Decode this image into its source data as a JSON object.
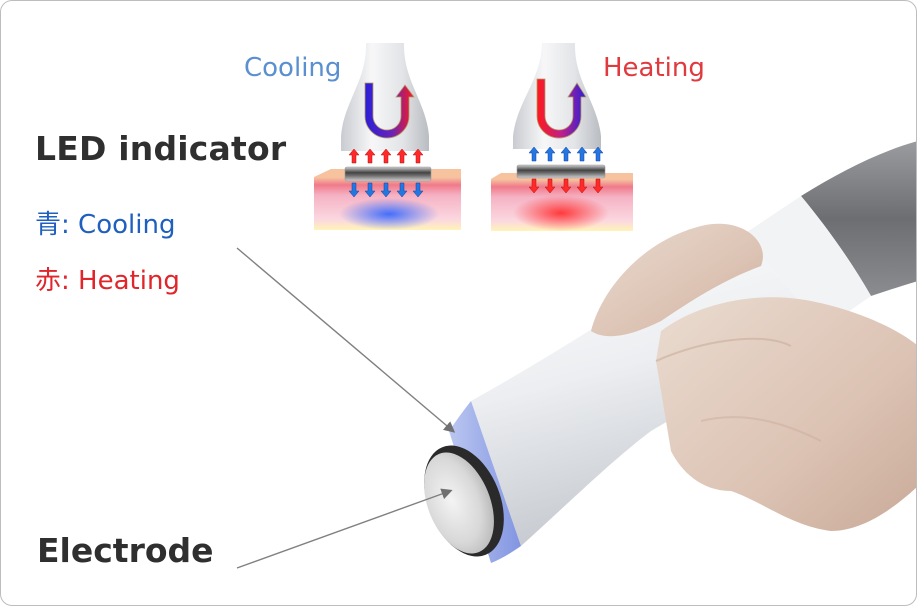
{
  "labels": {
    "led_indicator": "LED indicator",
    "electrode": "Electrode"
  },
  "legend": [
    {
      "kanji": "青",
      "separator": ":",
      "text": "Cooling",
      "color": "#1f5fbf"
    },
    {
      "kanji": "赤",
      "separator": ":",
      "text": "Heating",
      "color": "#e0262b"
    }
  ],
  "modes": [
    {
      "title": "Cooling",
      "color": "#5a8fd0",
      "handle_arrows": "red-up",
      "skin_arrows": "blue-down",
      "skin_glow": "#3a6cf0"
    },
    {
      "title": "Heating",
      "color": "#e0393e",
      "handle_arrows": "blue-up",
      "skin_arrows": "red-down",
      "skin_glow": "#ff3030"
    }
  ],
  "colors": {
    "text_dark": "#2f2f2f",
    "led_ring": "#8fa3e6",
    "leader_line": "#808080"
  }
}
